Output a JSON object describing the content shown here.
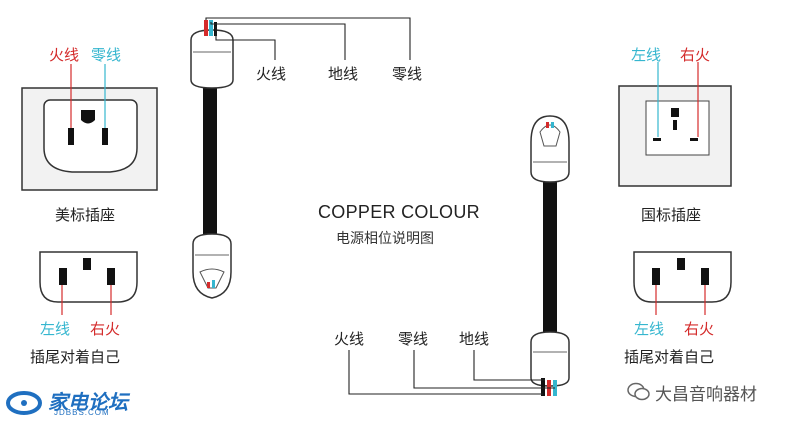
{
  "diagram": {
    "title_en": "COPPER COLOUR",
    "title_cn": "电源相位说明图",
    "us_socket": {
      "top_left_label": "火线",
      "top_right_label": "零线",
      "caption": "美标插座",
      "tail_left_label": "左线",
      "tail_right_label": "右火",
      "tail_caption": "插尾对着自己"
    },
    "cn_socket": {
      "top_left_label": "左线",
      "top_right_label": "右火",
      "caption": "国标插座",
      "tail_left_label": "左线",
      "tail_right_label": "右火",
      "tail_caption": "插尾对着自己"
    },
    "plug_top": {
      "live_label": "火线",
      "ground_label": "地线",
      "neutral_label": "零线"
    },
    "plug_bottom": {
      "live_label": "火线",
      "neutral_label": "零线",
      "ground_label": "地线"
    },
    "colors": {
      "live": "#d42b2b",
      "neutral": "#35b6cf",
      "line": "#222222"
    }
  },
  "watermarks": {
    "left_logo": "家电论坛",
    "left_logo_sub": "JDBBS.COM",
    "right_logo": "大昌音响器材"
  }
}
